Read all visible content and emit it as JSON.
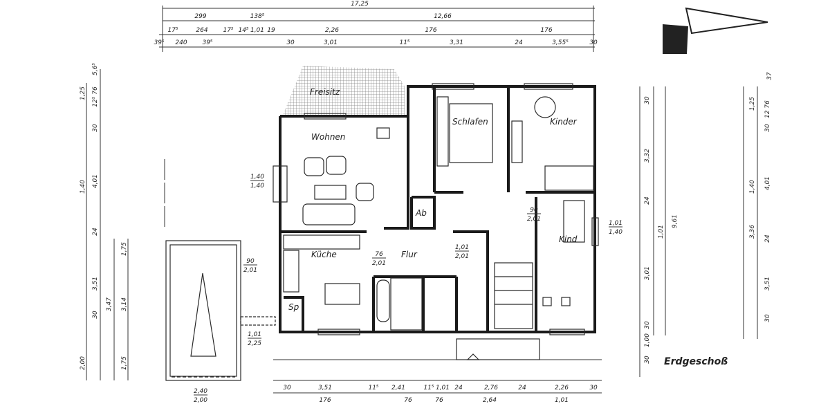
{
  "plan": {
    "title": "Erdgeschoß",
    "rooms": {
      "freisitz": "Freisitz",
      "wohnen": "Wohnen",
      "schlafen": "Schlafen",
      "kinder": "Kinder",
      "kind": "Kind",
      "kueche": "Küche",
      "flur": "Flur",
      "ab": "Ab",
      "sp": "Sp"
    },
    "openings": {
      "wohnen_window": [
        "1,40",
        "1,40"
      ],
      "kind_window": [
        "1,01",
        "1,40"
      ],
      "flur_door": [
        "1,01",
        "2,01"
      ],
      "kind_door": [
        "90",
        "2,01"
      ],
      "kueche_door": [
        "76",
        "2,01"
      ],
      "entrance": [
        "1,01",
        "2,25"
      ],
      "garage_door": [
        "90",
        "2,01"
      ],
      "garage_gate": [
        "2,40",
        "2,00"
      ]
    },
    "dimensions": {
      "top": [
        "17,25",
        "299",
        "138⁵",
        "12,66",
        "17⁵",
        "264",
        "17⁵",
        "14⁵",
        "1,01",
        "19",
        "2,26",
        "176",
        "176",
        "39⁵",
        "240",
        "39⁵",
        "30",
        "3,01",
        "11⁵",
        "3,31",
        "24",
        "3,55⁵",
        "30"
      ],
      "bottom": [
        "30",
        "3,51",
        "11⁵",
        "2,41",
        "11⁵",
        "1,01",
        "24",
        "2,76",
        "24",
        "2,26",
        "30",
        "176",
        "76",
        "76",
        "2,64",
        "1,01"
      ],
      "right": [
        "30",
        "3,32",
        "24",
        "1,01",
        "3,01",
        "30",
        "1,00",
        "30",
        "9,61",
        "1,25",
        "37",
        "12 76",
        "30",
        "1,40",
        "4,01",
        "24",
        "3,51",
        "30",
        "3,36"
      ],
      "left": [
        "5,6⁵",
        "1,25",
        "12⁵ 76",
        "30",
        "1,40",
        "4,01",
        "24",
        "3,51",
        "30",
        "2,00",
        "3,47",
        "1,75",
        "3,14",
        "1,75"
      ]
    }
  }
}
